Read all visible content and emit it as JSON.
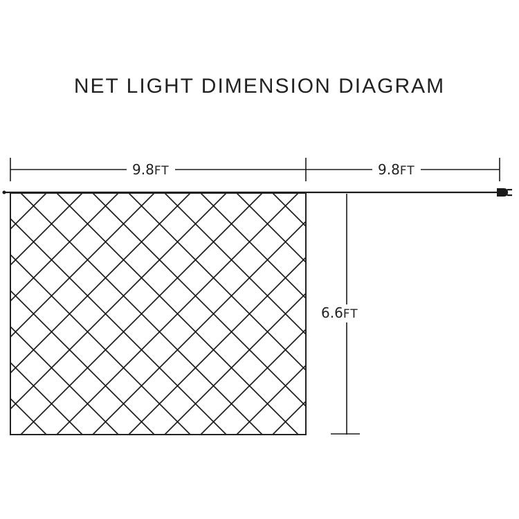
{
  "diagram": {
    "title": "NET LIGHT DIMENSION DIAGRAM",
    "width_label": {
      "value": "9.8",
      "unit": "FT"
    },
    "lead_label": {
      "value": "9.8",
      "unit": "FT"
    },
    "height_label": {
      "value": "6.6",
      "unit": "FT"
    },
    "line_color": "#1a1a1a",
    "net_color": "#222222",
    "icons": [
      "plug-icon"
    ]
  }
}
